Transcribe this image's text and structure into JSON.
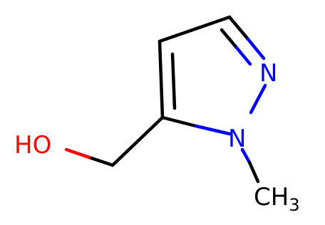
{
  "molecule": {
    "atoms": {
      "nitrogen_2": {
        "label": "N",
        "color": "#0000ff"
      },
      "nitrogen_1": {
        "label": "N",
        "color": "#0000ff"
      },
      "hydroxyl": {
        "label": "HO",
        "color": "#ff0000"
      },
      "methyl": {
        "label": "CH",
        "subscript": "3",
        "color": "#000000"
      }
    },
    "bond_color": "#000000",
    "hetero_bond_color": "#0000ff",
    "oxygen_bond_color": "#ff0000"
  }
}
